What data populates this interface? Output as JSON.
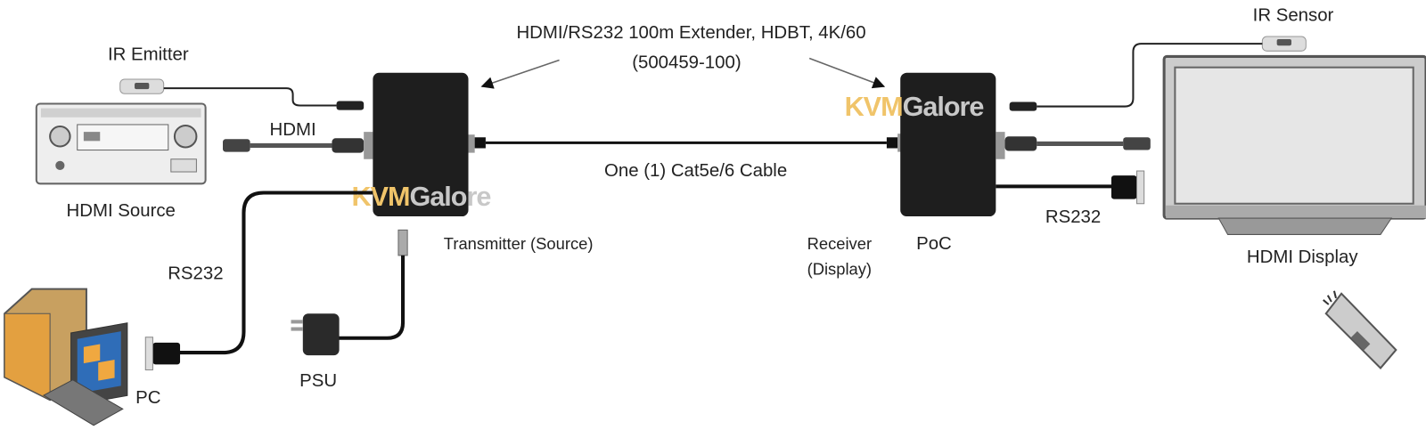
{
  "title": {
    "line1": "HDMI/RS232 100m Extender, HDBT, 4K/60",
    "line2": "(500459-100)"
  },
  "labels": {
    "ir_emitter": "IR Emitter",
    "ir_sensor": "IR Sensor",
    "hdmi_left": "HDMI",
    "hdmi_source": "HDMI Source",
    "cable": "One (1) Cat5e/6 Cable",
    "transmitter": "Transmitter (Source)",
    "receiver_line1": "Receiver",
    "receiver_line2": "(Display)",
    "poc": "PoC",
    "rs232_left": "RS232",
    "rs232_right": "RS232",
    "hdmi_display": "HDMI Display",
    "psu": "PSU",
    "pc": "PC"
  },
  "watermark": {
    "part1": "KVM",
    "part2": "Galore",
    "color1": "#f0c46a",
    "color2": "#c8c8c8"
  },
  "colors": {
    "device": "#1e1e1e",
    "cable": "#111111",
    "text": "#222222"
  }
}
